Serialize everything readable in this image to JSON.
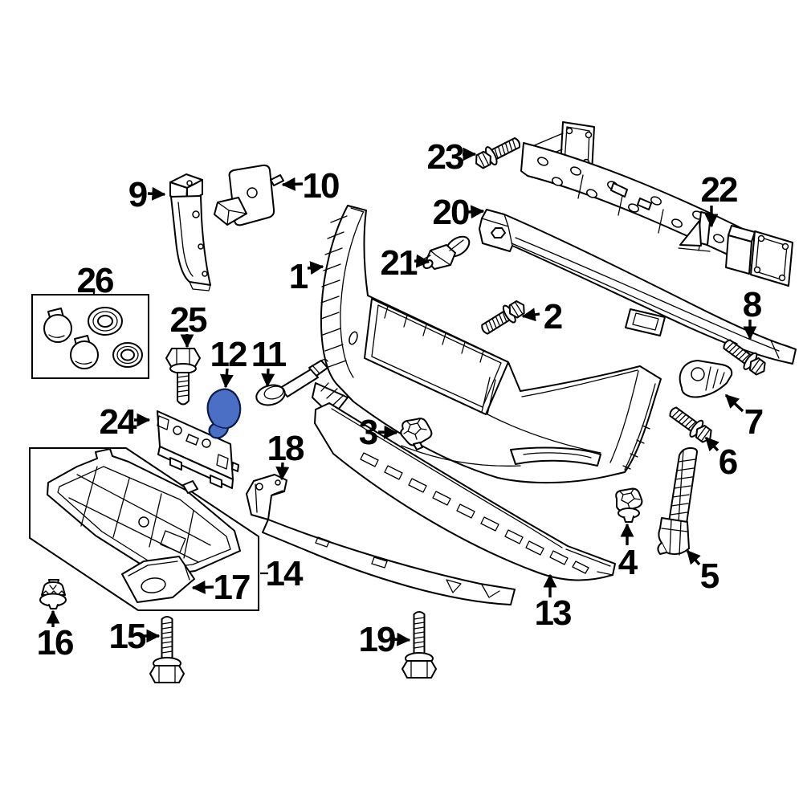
{
  "diagram": {
    "background_color": "#ffffff",
    "line_color": "#000000",
    "highlight_color": "#4a6fc4",
    "highlighted_part_label": "12"
  },
  "part_labels": [
    "1",
    "2",
    "3",
    "4",
    "5",
    "6",
    "7",
    "8",
    "9",
    "10",
    "11",
    "12",
    "13",
    "14",
    "15",
    "16",
    "17",
    "18",
    "19",
    "20",
    "21",
    "22",
    "23",
    "24",
    "25",
    "26"
  ]
}
